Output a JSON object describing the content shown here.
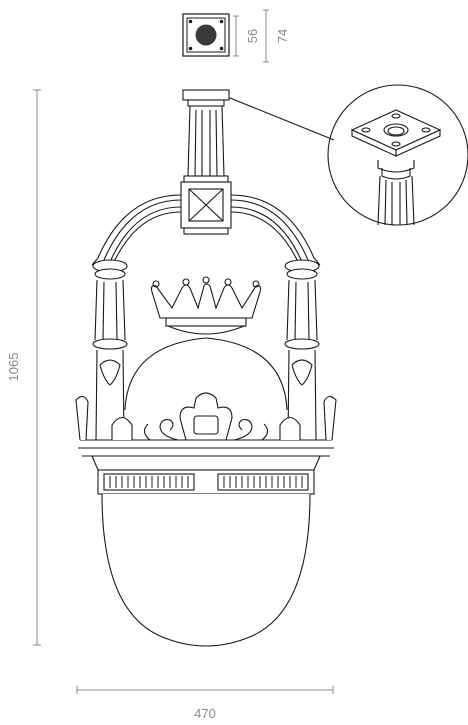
{
  "dimensions": {
    "top_inner": "56",
    "top_outer": "74",
    "height": "1065",
    "width": "470"
  },
  "colors": {
    "line": "#1a1a1a",
    "dimension": "#8a8a8a",
    "mount_fill": "#3a3a3a"
  },
  "icons": {
    "mount_plate": "square-mounting-plate-icon",
    "detail_callout": "magnified-detail-circle"
  }
}
